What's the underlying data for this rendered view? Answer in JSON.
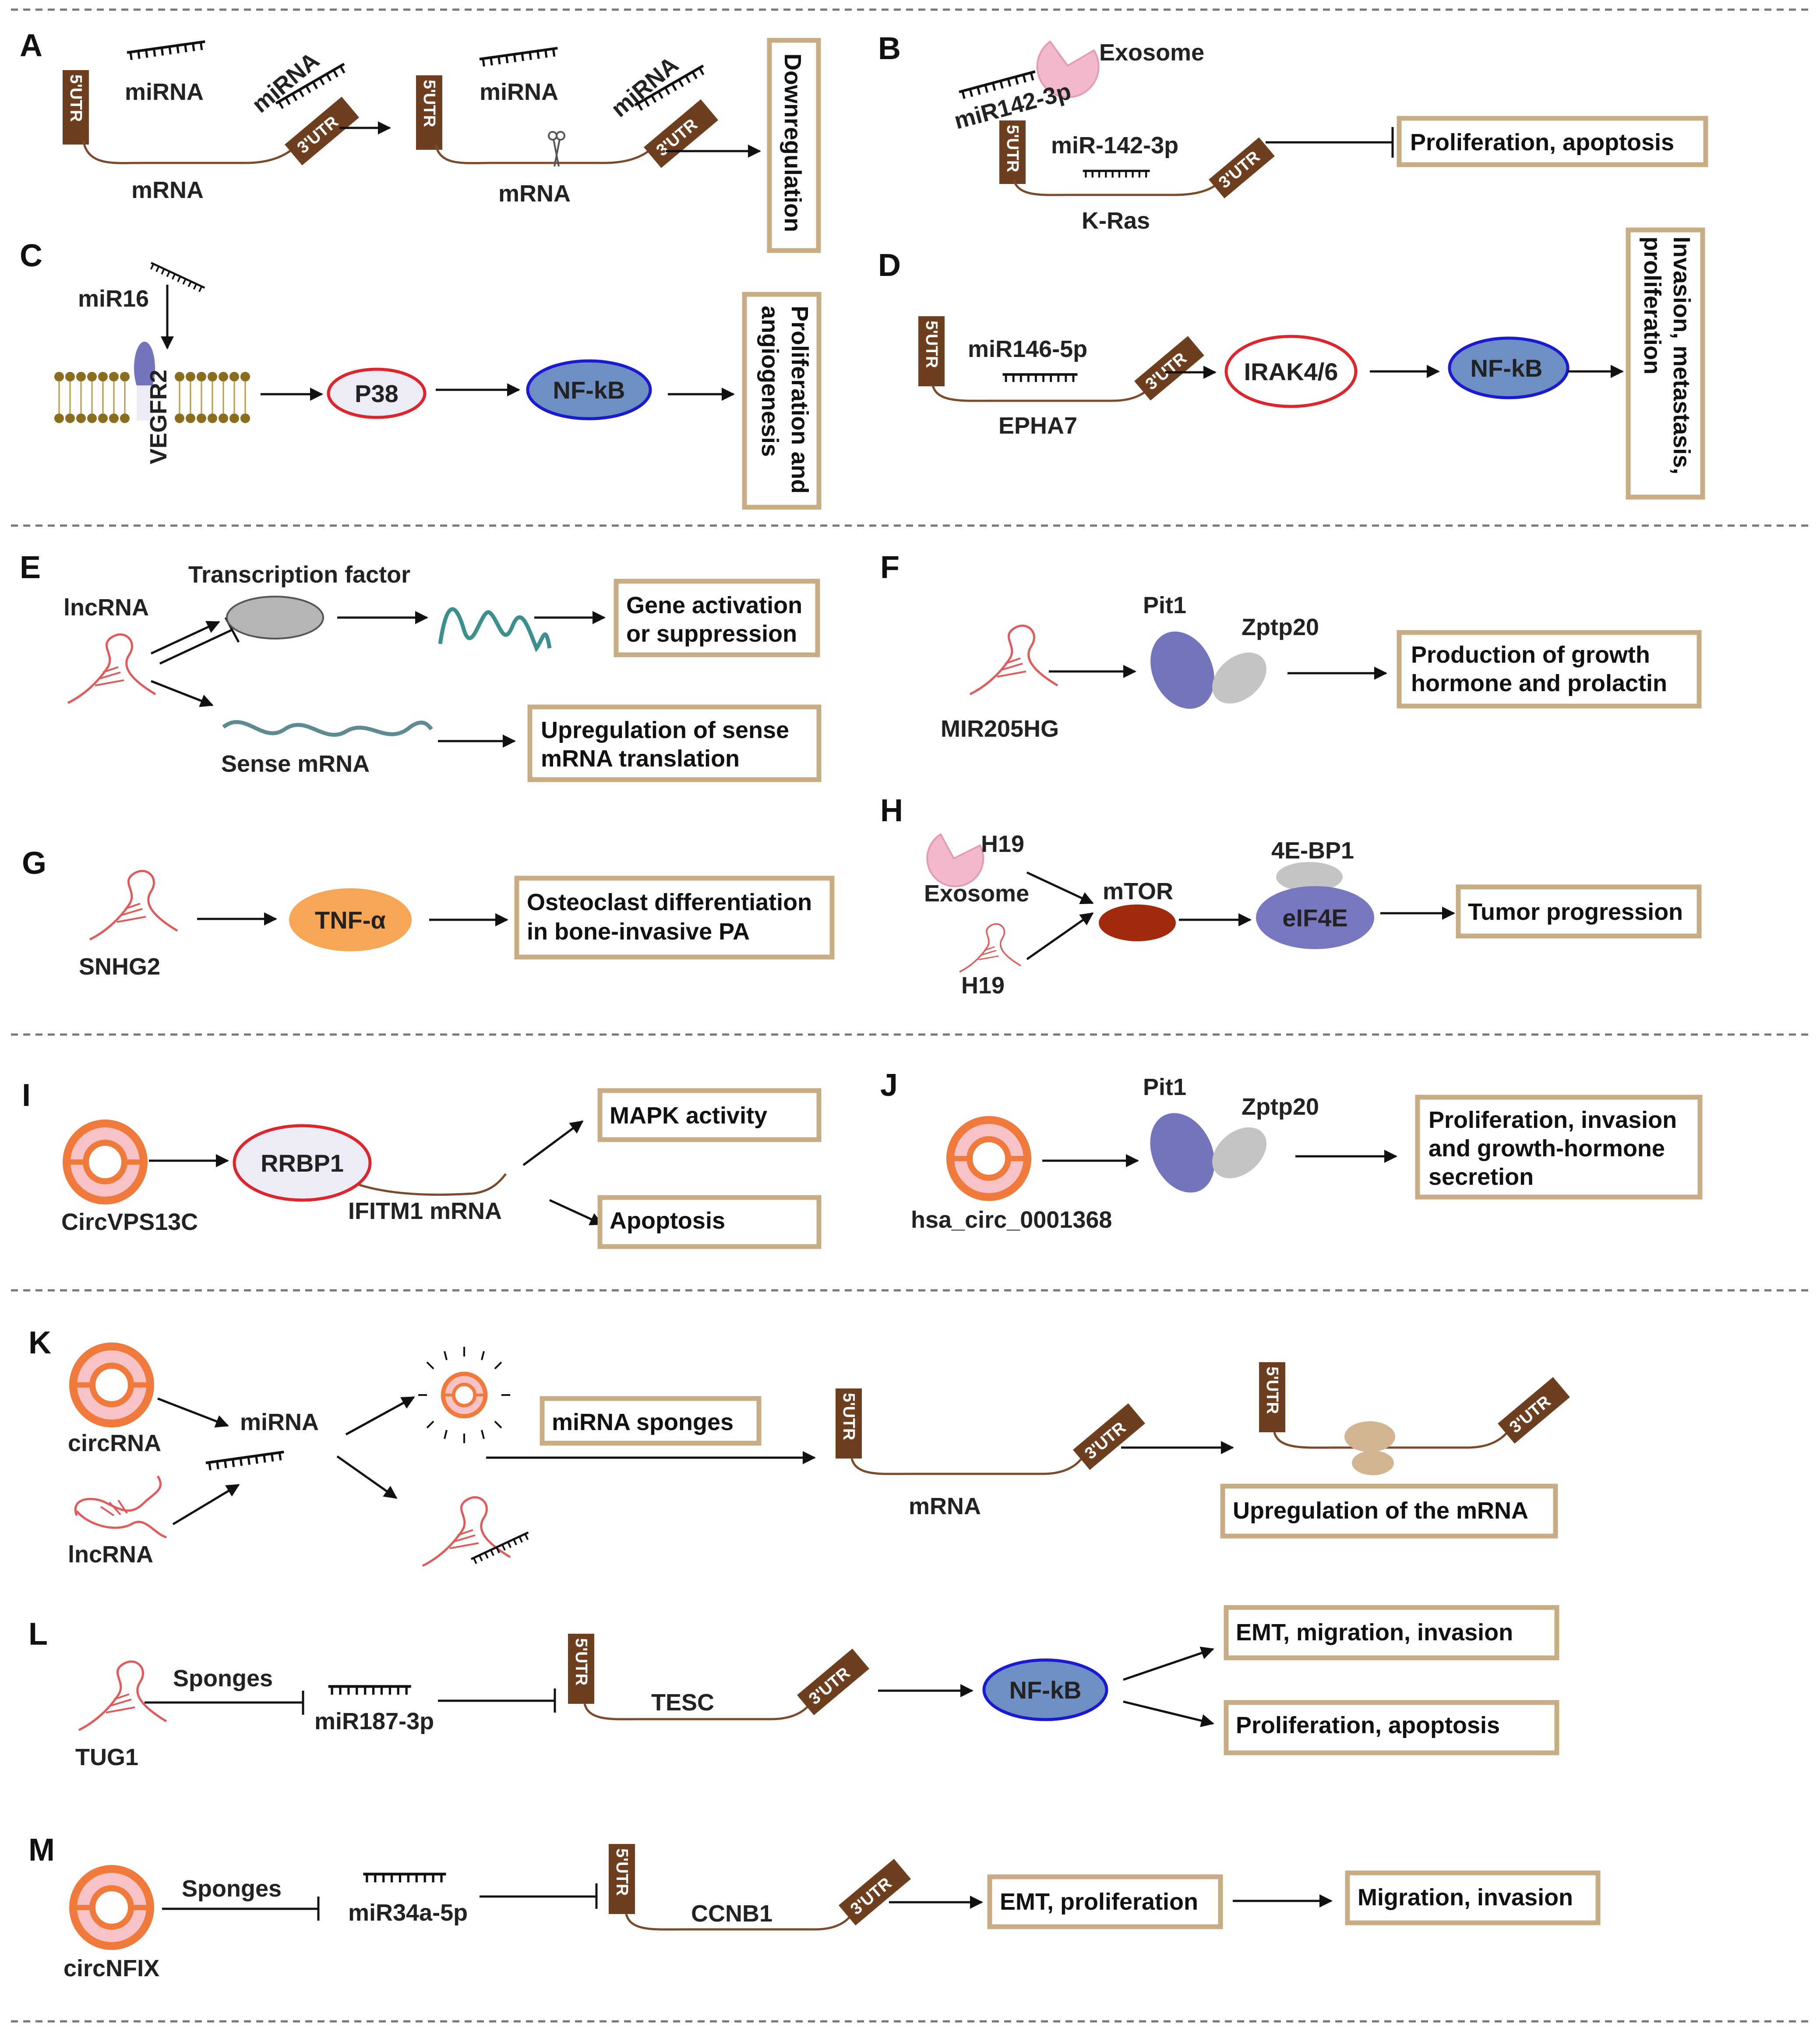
{
  "panels": {
    "A": {
      "letter": "A",
      "mirna1": "miRNA",
      "mirna2": "miRNA",
      "mirna3": "miRNA",
      "mirna4": "miRNA",
      "mrna1": "mRNA",
      "mrna2": "mRNA",
      "utr5": "5'UTR",
      "utr3": "3'UTR",
      "result": "Downregulation"
    },
    "B": {
      "letter": "B",
      "exosome": "Exosome",
      "mir1": "miR142-3p",
      "mir2": "miR-142-3p",
      "gene": "K-Ras",
      "utr5": "5'UTR",
      "utr3": "3'UTR",
      "result": "Proliferation, apoptosis"
    },
    "C": {
      "letter": "C",
      "mir": "miR16",
      "receptor": "VEGFR2",
      "p38": "P38",
      "nfkb": "NF-kB",
      "result_l1": "Proliferation and",
      "result_l2": "angiogenesis"
    },
    "D": {
      "letter": "D",
      "mir": "miR146-5p",
      "gene": "EPHA7",
      "utr5": "5'UTR",
      "utr3": "3'UTR",
      "irak": "IRAK4/6",
      "nfkb": "NF-kB",
      "result_l1": "Invasion, metastasis,",
      "result_l2": "proliferation"
    },
    "E": {
      "letter": "E",
      "lnc": "lncRNA",
      "tf": "Transcription factor",
      "sense": "Sense mRNA",
      "result1_l1": "Gene activation",
      "result1_l2": "or suppression",
      "result2_l1": "Upregulation of sense",
      "result2_l2": "mRNA translation"
    },
    "F": {
      "letter": "F",
      "name": "MIR205HG",
      "pit1": "Pit1",
      "zptp": "Zptp20",
      "result_l1": "Production of growth",
      "result_l2": "hormone and prolactin"
    },
    "G": {
      "letter": "G",
      "name": "SNHG2",
      "tnf": "TNF-α",
      "result_l1": "Osteoclast differentiation",
      "result_l2": "in bone-invasive PA"
    },
    "H": {
      "letter": "H",
      "h19a": "H19",
      "exosome": "Exosome",
      "h19b": "H19",
      "mtor": "mTOR",
      "bp1": "4E-BP1",
      "eif": "eIF4E",
      "result": "Tumor progression"
    },
    "I": {
      "letter": "I",
      "circ": "CircVPS13C",
      "rrbp": "RRBP1",
      "ifitm": "IFITM1 mRNA",
      "result1": "MAPK activity",
      "result2": "Apoptosis"
    },
    "J": {
      "letter": "J",
      "circ": "hsa_circ_0001368",
      "pit1": "Pit1",
      "zptp": "Zptp20",
      "result_l1": "Proliferation, invasion",
      "result_l2": "and growth-hormone",
      "result_l3": "secretion"
    },
    "K": {
      "letter": "K",
      "circ": "circRNA",
      "lnc": "lncRNA",
      "mirna": "miRNA",
      "sponge": "miRNA sponges",
      "mrna": "mRNA",
      "utr5": "5'UTR",
      "utr3": "3'UTR",
      "result": "Upregulation of the mRNA"
    },
    "L": {
      "letter": "L",
      "name": "TUG1",
      "sponges": "Sponges",
      "mir": "miR187-3p",
      "gene": "TESC",
      "utr5": "5'UTR",
      "utr3": "3'UTR",
      "nfkb": "NF-kB",
      "result1": "EMT, migration, invasion",
      "result2": "Proliferation, apoptosis"
    },
    "M": {
      "letter": "M",
      "name": "circNFIX",
      "sponges": "Sponges",
      "mir": "miR34a-5p",
      "gene": "CCNB1",
      "utr5": "5'UTR",
      "utr3": "3'UTR",
      "result1": "EMT, proliferation",
      "result2": "Migration, invasion"
    }
  },
  "colors": {
    "utr_box": "#6e3f1f",
    "mrna_line": "#7a4a2a",
    "box_border": "#c7ac84",
    "p38_fill": "#ececf7",
    "p38_stroke": "#e0242b",
    "nfkb_fill": "#6e8fc4",
    "nfkb_stroke": "#1a1ad0",
    "pit1": "#7474bd",
    "zptp": "#c4c4c4",
    "tnf": "#f7a655",
    "mtor": "#a12a0c",
    "eif": "#7878c2",
    "circ_outer": "#f07a3c",
    "circ_fill": "#f7c3c6",
    "rna_hairpin": "#e05a5a",
    "ribosome": "#d3b491",
    "tf_fill": "#b5b5b5"
  }
}
